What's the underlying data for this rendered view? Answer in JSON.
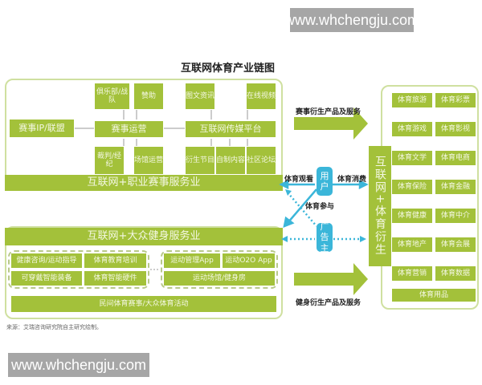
{
  "watermark_top": "www.whchengju.com",
  "watermark_bottom": "www.whchengju.com",
  "title": "互联网体育产业链图",
  "colors": {
    "green": "#a3c13a",
    "blue": "#3bb6d9",
    "panel_border": "#cfe0a0"
  },
  "pro_sports": {
    "ip_league": "赛事IP/联盟",
    "event_ops": "赛事运营",
    "club_team": "俱乐部/战队",
    "sponsor": "赞助",
    "referee_agent": "裁判/经纪",
    "venue_ops": "场馆运营",
    "media_platform": "互联网传媒平台",
    "text_news": "图文资讯",
    "online_video": "在线视频",
    "derivative_shows": "衍生节目",
    "self_content": "自制内容",
    "community_forum": "社区论坛",
    "band": "互联网+职业赛事服务业"
  },
  "mass_fitness": {
    "band": "互联网+大众健身服务业",
    "fitness_consult": "健康咨询/运动指导",
    "sports_training": "体育教育培训",
    "wearables": "可穿戴智能装备",
    "smart_hardware": "体育智能硬件",
    "sports_app": "运动管理App",
    "o2o_app": "运动O2O App",
    "venue_gym": "运动场馆/健身房",
    "events": "民间体育赛事/大众体育活动"
  },
  "flows": {
    "event_derivatives": "赛事衍生产品及服务",
    "fitness_derivatives": "健身衍生产品及服务",
    "watch": "体育观看",
    "consume": "体育消费",
    "participate": "体育参与",
    "user": "用户",
    "advertiser": "广告主"
  },
  "derivatives": {
    "vertical_label": "互联网+体育衍生",
    "items": [
      "体育旅游",
      "体育彩票",
      "体育游戏",
      "体育影视",
      "体育文学",
      "体育电商",
      "体育保险",
      "体育金融",
      "体育健康",
      "体育中介",
      "体育地产",
      "体育会展",
      "体育营销",
      "体育数据"
    ],
    "bottom": "体育用品"
  },
  "source": "来源：艾瑞咨询研究院自主研究绘制。"
}
